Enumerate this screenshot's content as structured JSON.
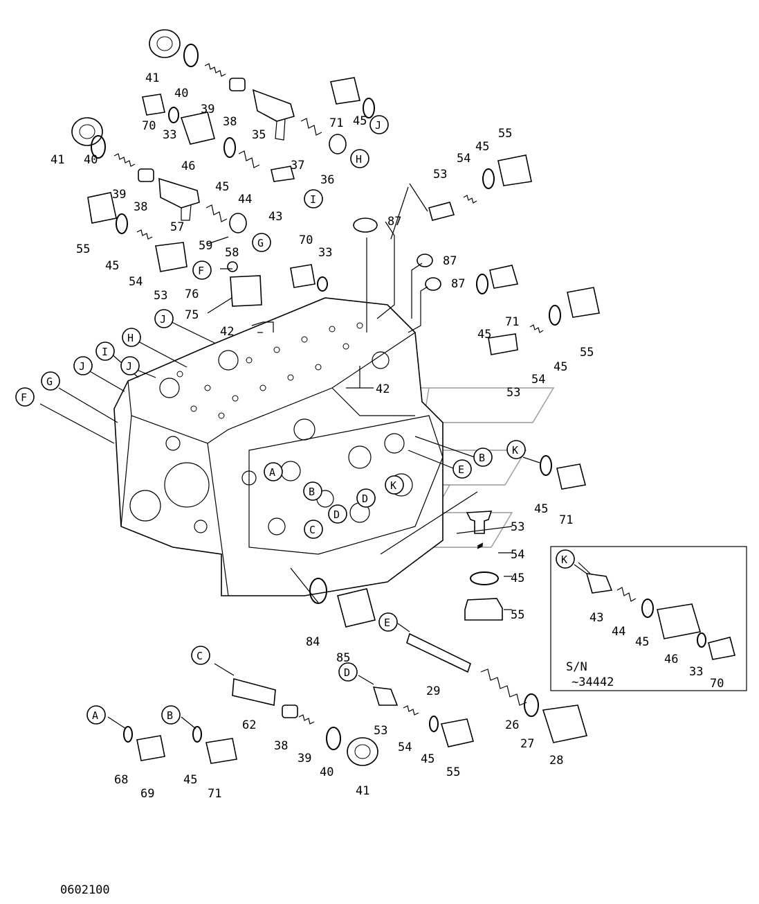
{
  "diagram_code": "0602100",
  "inset": {
    "sn_line1": "S/N",
    "sn_line2": "~34442"
  },
  "callouts": {
    "A": "A",
    "B": "B",
    "C": "C",
    "D": "D",
    "E": "E",
    "F": "F",
    "G": "G",
    "H": "H",
    "I": "I",
    "J": "J",
    "K": "K"
  },
  "labels": {
    "p26": "26",
    "p27": "27",
    "p28": "28",
    "p29": "29",
    "p33": "33",
    "p35": "35",
    "p36": "36",
    "p37": "37",
    "p38": "38",
    "p39": "39",
    "p40": "40",
    "p41": "41",
    "p42": "42",
    "p43": "43",
    "p44": "44",
    "p45": "45",
    "p46": "46",
    "p53": "53",
    "p54": "54",
    "p55": "55",
    "p57": "57",
    "p58": "58",
    "p59": "59",
    "p62": "62",
    "p68": "68",
    "p69": "69",
    "p70": "70",
    "p71": "71",
    "p75": "75",
    "p76": "76",
    "p84": "84",
    "p85": "85",
    "p87": "87"
  }
}
